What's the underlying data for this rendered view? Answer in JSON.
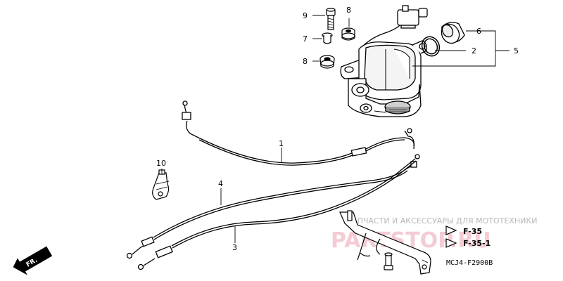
{
  "callouts": {
    "c1": "1",
    "c2": "2",
    "c3": "3",
    "c4": "4",
    "c5": "5",
    "c6": "6",
    "c7": "7",
    "c8a": "8",
    "c8b": "8",
    "c9": "9",
    "c10": "10"
  },
  "references": {
    "ref1": "F-35",
    "ref2": "F-35-1"
  },
  "diagram_code": "MCJ4-F2900B",
  "direction_marker": "FR.",
  "watermark": {
    "text": "ЗАПЧАСТИ И АКСЕССУАРЫ ДЛЯ МОТОТЕХНИКИ",
    "logo": "PARTSTOP.RU"
  }
}
